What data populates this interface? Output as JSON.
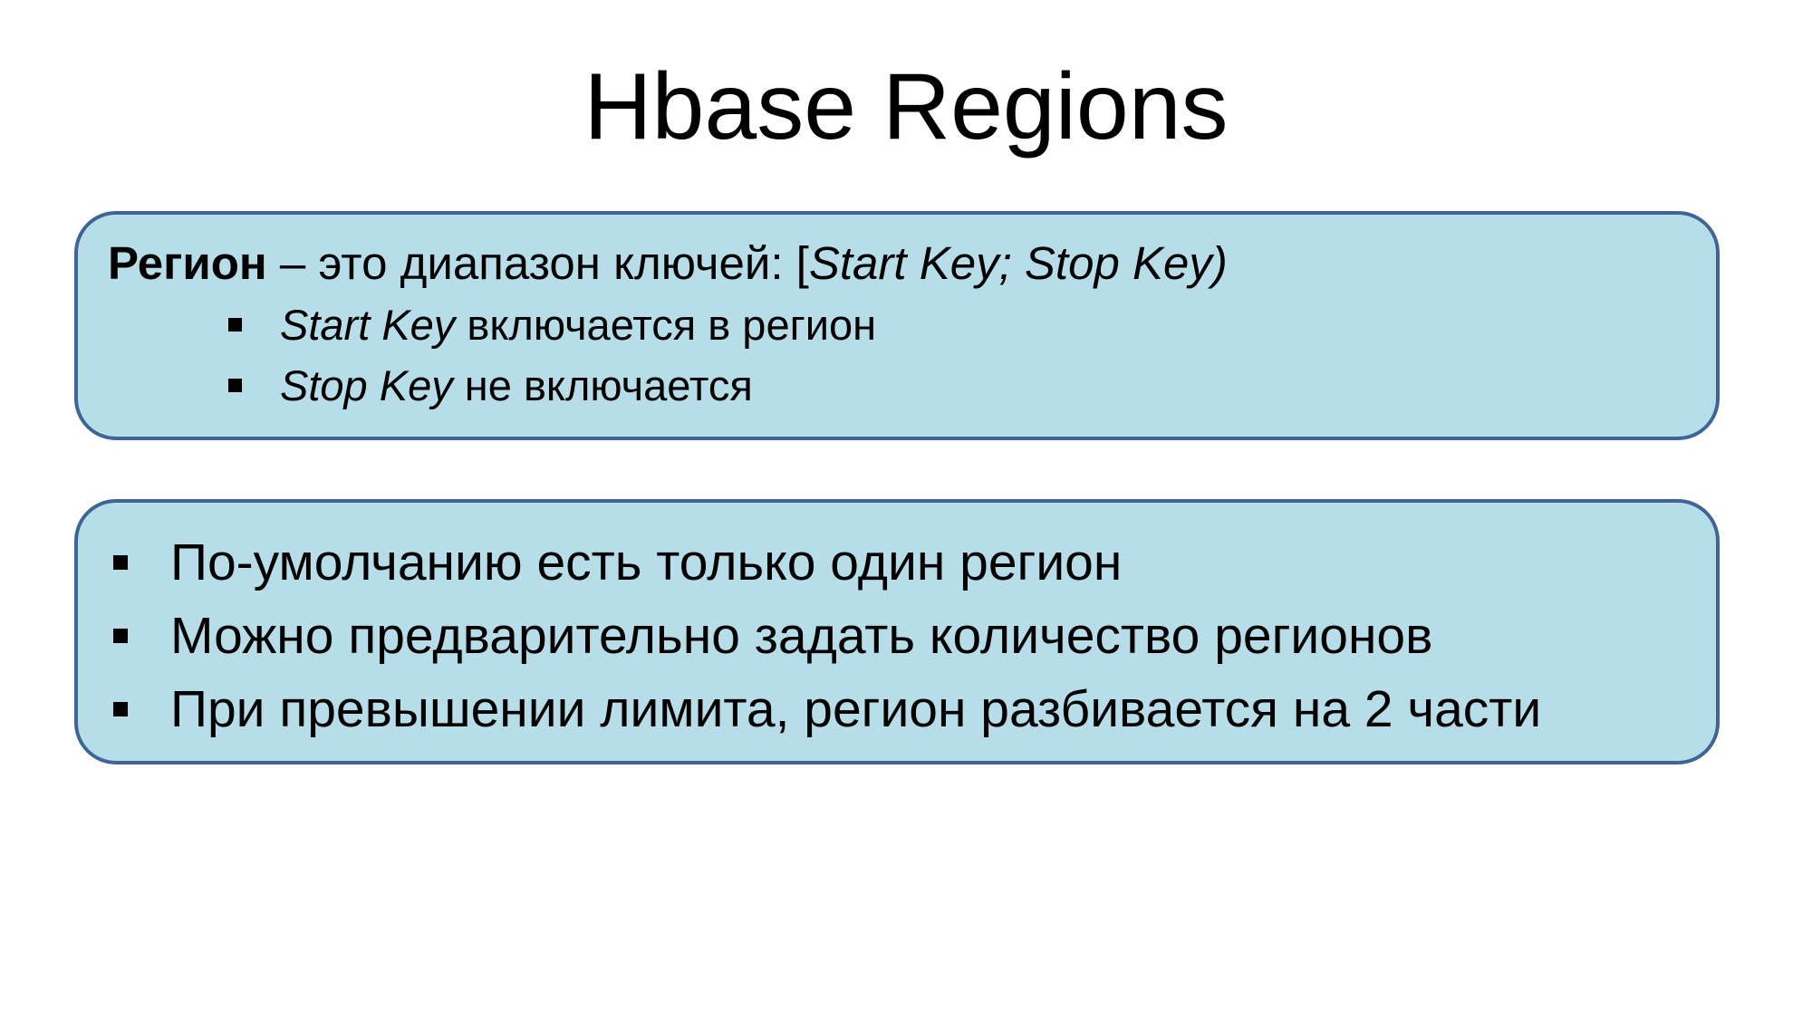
{
  "slide": {
    "title": "Hbase Regions",
    "box_fill_color": "#b7dde8",
    "box_border_color": "#3f6596"
  },
  "definition": {
    "term": "Регион",
    "text": " – это диапазон ключей: [",
    "range_italic": "Start Key; Stop Key)",
    "items": [
      {
        "italic": "Start Key",
        "text": " включается в регион"
      },
      {
        "italic": "Stop Key",
        "text": " не включается"
      }
    ]
  },
  "facts": {
    "items": [
      "По-умолчанию есть только один регион",
      "Можно предварительно задать количество регионов",
      "При превышении лимита, регион разбивается на 2 части"
    ]
  }
}
